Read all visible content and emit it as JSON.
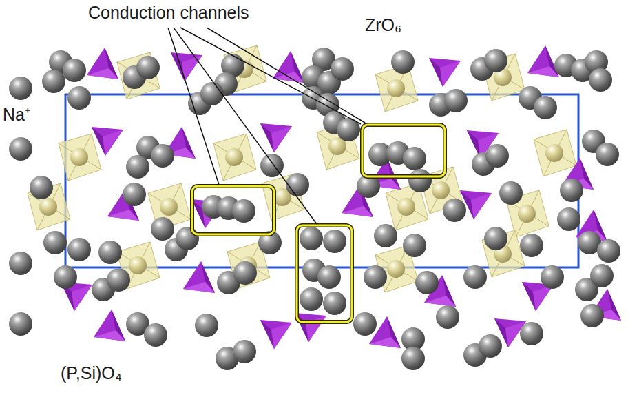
{
  "diagram": {
    "labels": [
      "Conduction channels",
      "ZrO₆",
      "Na⁺",
      "(P,Si)O₄"
    ]
  }
}
